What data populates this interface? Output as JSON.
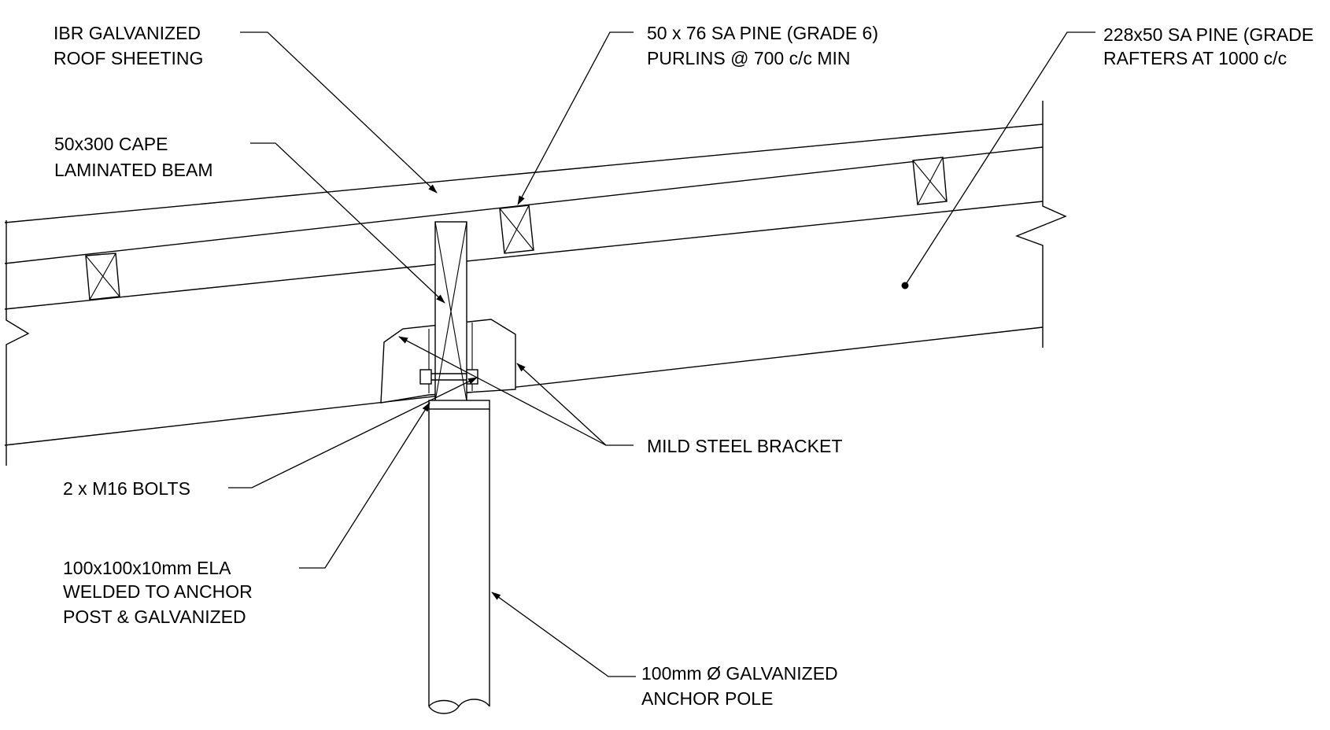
{
  "labels": {
    "roof_sheeting": [
      "IBR GALVANIZED",
      "ROOF SHEETING"
    ],
    "beam": [
      "50x300 CAPE",
      "LAMINATED BEAM"
    ],
    "purlins": [
      "50 x 76 SA PINE (GRADE 6)",
      "PURLINS @ 700 c/c MIN"
    ],
    "rafters": [
      "228x50 SA PINE (GRADE",
      "RAFTERS AT 1000 c/c"
    ],
    "bracket": [
      "MILD STEEL BRACKET"
    ],
    "bolts": [
      "2 x M16 BOLTS"
    ],
    "angle": [
      "100x100x10mm ELA",
      "WELDED TO ANCHOR",
      "POST  & GALVANIZED"
    ],
    "pole": [
      "100mm Ø GALVANIZED",
      "ANCHOR POLE"
    ]
  }
}
